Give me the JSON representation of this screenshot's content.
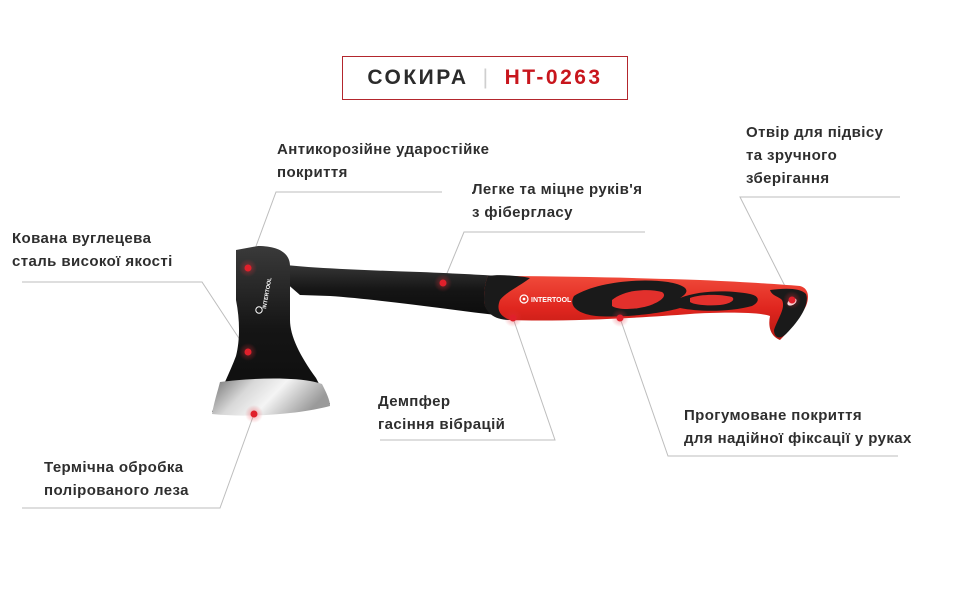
{
  "title": {
    "name": "СОКИРА",
    "separator": "|",
    "model": "HT-0263"
  },
  "brand": "INTERTOOL",
  "features": {
    "coating": [
      "Антикорозійне ударостійке",
      "покриття"
    ],
    "steel": [
      "Кована вуглецева",
      "сталь високої якості"
    ],
    "handle": [
      "Легке та міцне руків'я",
      "з фібергласу"
    ],
    "hole": [
      "Отвір для підвісу",
      "та зручного",
      "зберігання"
    ],
    "damper": [
      "Демпфер",
      "гасіння вібрацій"
    ],
    "grip": [
      "Прогумоване покриття",
      "для надійної фіксації у руках"
    ],
    "blade": [
      "Термічна обробка",
      "полірованого леза"
    ]
  },
  "colors": {
    "accent": "#c8161d",
    "handle_red": "#e2302c",
    "handle_black": "#1d1d1d",
    "line": "#b8b8b8"
  }
}
